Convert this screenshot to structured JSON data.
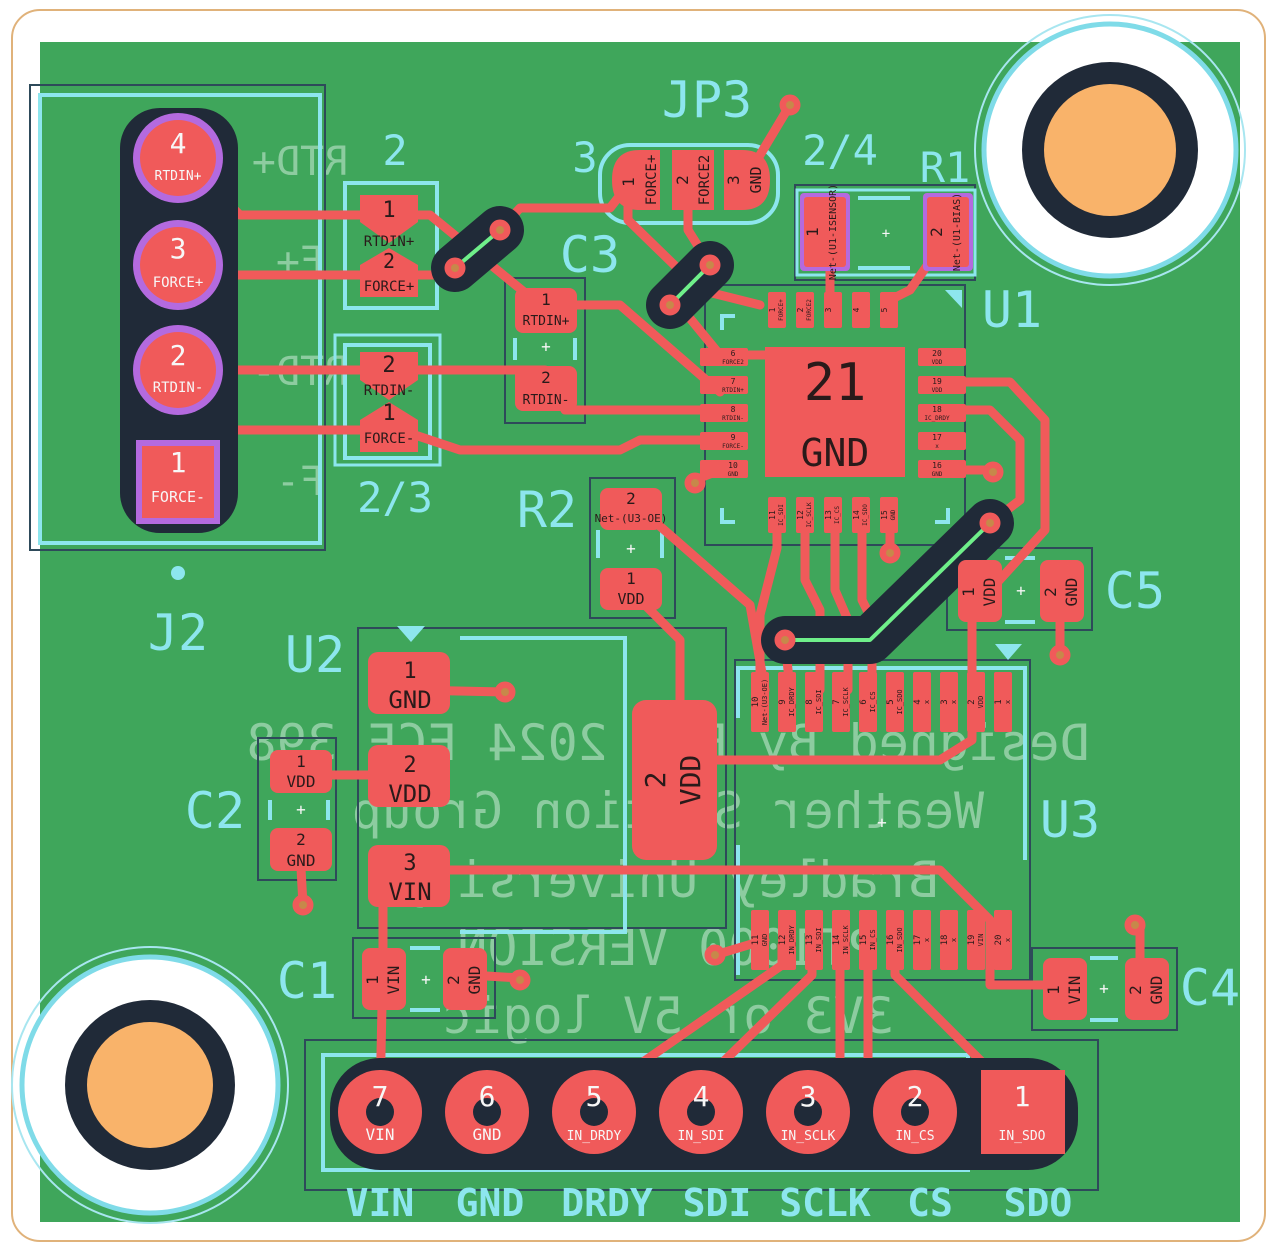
{
  "colors": {
    "board": "#3fa65b",
    "copper": "#f05a5a",
    "silkscreen": "#8de6ee",
    "edge": "#e0b27a",
    "hole": "#f9b36a",
    "drill": "#202a38"
  },
  "connectors": {
    "j2": {
      "ref": "J2",
      "pins": [
        {
          "num": "4",
          "net": "RTDIN+"
        },
        {
          "num": "3",
          "net": "FORCE+"
        },
        {
          "num": "2",
          "net": "RTDIN-"
        },
        {
          "num": "1",
          "net": "FORCE-"
        }
      ]
    },
    "header": {
      "pins": [
        {
          "num": "7",
          "net": "VIN",
          "label": "VIN"
        },
        {
          "num": "6",
          "net": "GND",
          "label": "GND"
        },
        {
          "num": "5",
          "net": "IN_DRDY",
          "label": "DRDY"
        },
        {
          "num": "4",
          "net": "IN_SDI",
          "label": "SDI"
        },
        {
          "num": "3",
          "net": "IN_SCLK",
          "label": "SCLK"
        },
        {
          "num": "2",
          "net": "IN_CS",
          "label": "CS"
        },
        {
          "num": "1",
          "net": "IN_SDO",
          "label": "SDO"
        }
      ]
    }
  },
  "refs": {
    "jp3": "JP3",
    "r1": "R1",
    "u1": "U1",
    "c3": "C3",
    "r2": "R2",
    "u2": "U2",
    "c2": "C2",
    "c1": "C1",
    "c5": "C5",
    "u3": "U3",
    "c4": "C4",
    "jp3_left": "3",
    "jp3_right": "2/4",
    "jp1_label": "2",
    "jp2_label": "2/3"
  },
  "jp3": {
    "pads": [
      {
        "num": "1",
        "net": "FORCE+"
      },
      {
        "num": "2",
        "net": "FORCE2"
      },
      {
        "num": "3",
        "net": "GND"
      }
    ]
  },
  "jp1": {
    "pads": [
      {
        "num": "1",
        "net": "RTDIN+"
      },
      {
        "num": "2",
        "net": "FORCE+"
      }
    ]
  },
  "jp2": {
    "pads": [
      {
        "num": "2",
        "net": "RTDIN-"
      },
      {
        "num": "1",
        "net": "FORCE-"
      }
    ]
  },
  "c3": {
    "pads": [
      {
        "num": "1",
        "net": "RTDIN+"
      },
      {
        "num": "2",
        "net": "RTDIN-"
      }
    ]
  },
  "r1": {
    "pads": [
      {
        "num": "1",
        "net": "Net-(U1-ISENSOR)"
      },
      {
        "num": "2",
        "net": "Net-(U1-BIAS)"
      }
    ]
  },
  "r2": {
    "pads": [
      {
        "num": "2",
        "net": "Net-(U3-OE)"
      },
      {
        "num": "1",
        "net": "VDD"
      }
    ]
  },
  "u2": {
    "pads": [
      {
        "num": "1",
        "net": "GND"
      },
      {
        "num": "2",
        "net": "VDD"
      },
      {
        "num": "3",
        "net": "VIN"
      },
      {
        "num": "2",
        "net": "VDD"
      }
    ]
  },
  "c2": {
    "pads": [
      {
        "num": "1",
        "net": "VDD"
      },
      {
        "num": "2",
        "net": "GND"
      }
    ]
  },
  "c1": {
    "pads": [
      {
        "num": "1",
        "net": "VIN"
      },
      {
        "num": "2",
        "net": "GND"
      }
    ]
  },
  "c5": {
    "pads": [
      {
        "num": "1",
        "net": "VDD"
      },
      {
        "num": "2",
        "net": "GND"
      }
    ]
  },
  "c4": {
    "pads": [
      {
        "num": "1",
        "net": "VIN"
      },
      {
        "num": "2",
        "net": "GND"
      }
    ]
  },
  "u1": {
    "ep": {
      "num": "21",
      "net": "GND"
    },
    "top": [
      {
        "num": "1",
        "net": "FORCE+"
      },
      {
        "num": "2",
        "net": "FORCE2"
      },
      {
        "num": "3",
        "net": ""
      },
      {
        "num": "4",
        "net": ""
      },
      {
        "num": "5",
        "net": ""
      }
    ],
    "left": [
      {
        "num": "6",
        "net": "FORCE2"
      },
      {
        "num": "7",
        "net": "RTDIN+"
      },
      {
        "num": "8",
        "net": "RTDIN-"
      },
      {
        "num": "9",
        "net": "FORCE-"
      },
      {
        "num": "10",
        "net": "GND"
      }
    ],
    "bottom": [
      {
        "num": "11",
        "net": "IC_SDI"
      },
      {
        "num": "12",
        "net": "IC_SCLK"
      },
      {
        "num": "13",
        "net": "IC_CS"
      },
      {
        "num": "14",
        "net": "IC_SDO"
      },
      {
        "num": "15",
        "net": "GND"
      }
    ],
    "right": [
      {
        "num": "20",
        "net": "VDD"
      },
      {
        "num": "19",
        "net": "VDD"
      },
      {
        "num": "18",
        "net": "IC_DRDY"
      },
      {
        "num": "17",
        "net": "x"
      },
      {
        "num": "16",
        "net": "GND"
      }
    ]
  },
  "u3": {
    "top": [
      {
        "num": "10",
        "net": "Net-(U3-OE)"
      },
      {
        "num": "9",
        "net": "IC_DRDY"
      },
      {
        "num": "8",
        "net": "IC_SDI"
      },
      {
        "num": "7",
        "net": "IC_SCLK"
      },
      {
        "num": "6",
        "net": "IC_CS"
      },
      {
        "num": "5",
        "net": "IC_SDO"
      },
      {
        "num": "4",
        "net": "x"
      },
      {
        "num": "3",
        "net": "x"
      },
      {
        "num": "2",
        "net": "VDD"
      },
      {
        "num": "1",
        "net": "x"
      }
    ],
    "bottom": [
      {
        "num": "11",
        "net": "GND"
      },
      {
        "num": "12",
        "net": "IN_DRDY"
      },
      {
        "num": "13",
        "net": "IN_SDI"
      },
      {
        "num": "14",
        "net": "IN_SCLK"
      },
      {
        "num": "15",
        "net": "IN_CS"
      },
      {
        "num": "16",
        "net": "IN_SDO"
      },
      {
        "num": "17",
        "net": "x"
      },
      {
        "num": "18",
        "net": "x"
      },
      {
        "num": "19",
        "net": "VIN"
      },
      {
        "num": "20",
        "net": "x"
      }
    ]
  },
  "silk_text": {
    "lines": [
      "Designed By ECE 2024 ECE 398",
      "Weather Station Group",
      "Bradley University",
      "PT1000 VERSION",
      "3V3 or 5V logic"
    ],
    "j2_side": [
      "RTD+",
      "F+",
      "RTD-",
      "F-"
    ]
  }
}
